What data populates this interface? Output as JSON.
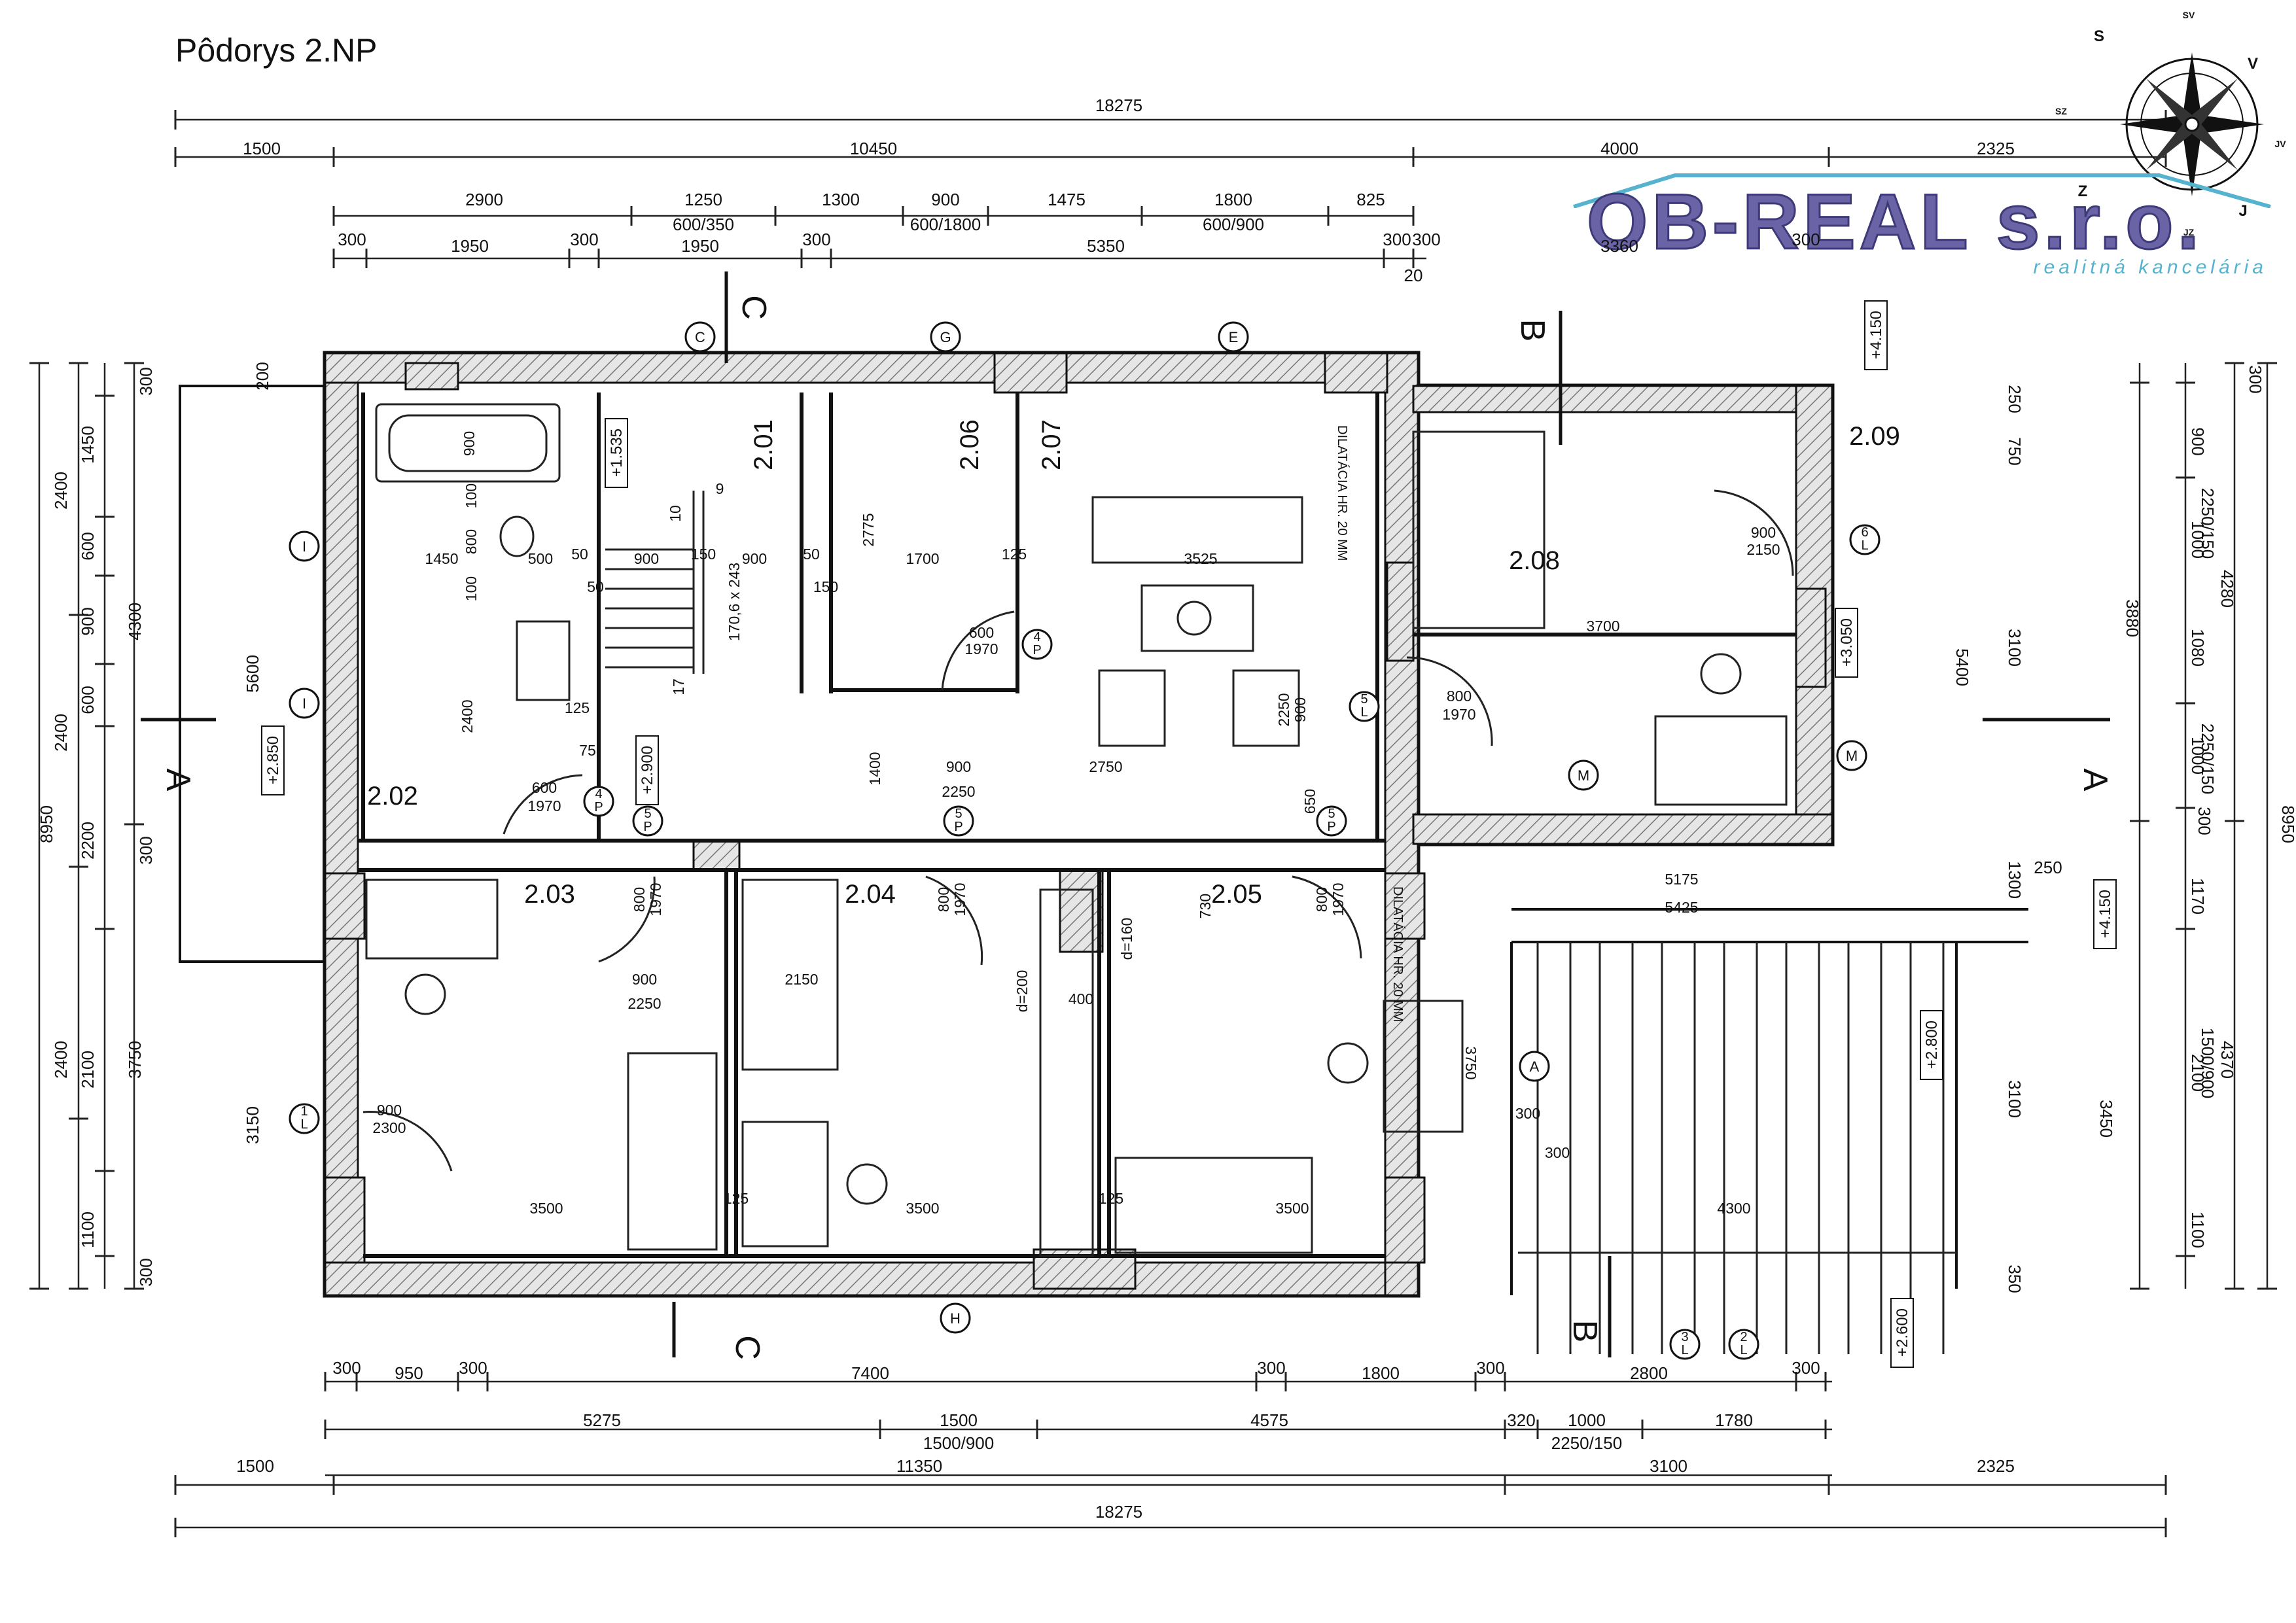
{
  "title": "Pôdorys 2.NP",
  "logo": {
    "name": "OB-REAL s.r.o.",
    "tagline": "realitná kancelária",
    "color": "#6a64a6",
    "accent": "#55b3cf"
  },
  "compass": {
    "labels": [
      "S",
      "SV",
      "V",
      "JV",
      "J",
      "JZ",
      "Z",
      "SZ"
    ]
  },
  "rooms": [
    {
      "id": "2.01"
    },
    {
      "id": "2.02"
    },
    {
      "id": "2.03"
    },
    {
      "id": "2.04"
    },
    {
      "id": "2.05"
    },
    {
      "id": "2.06"
    },
    {
      "id": "2.07"
    },
    {
      "id": "2.08"
    },
    {
      "id": "2.09"
    }
  ],
  "dims_top": [
    [
      "18275"
    ],
    [
      "1500",
      "10450",
      "4000",
      "2325"
    ],
    [
      "2900",
      "1250",
      "1300",
      "900",
      "1475",
      "1800",
      "825"
    ],
    [
      "600/350",
      "600/1800",
      "600/900"
    ],
    [
      "300",
      "1950",
      "300",
      "1950",
      "300",
      "5350",
      "300",
      "300",
      "3360",
      "300",
      "20"
    ]
  ],
  "dims_bottom": [
    [
      "300",
      "950",
      "300",
      "7400",
      "300",
      "1800",
      "300",
      "2800",
      "300"
    ],
    [
      "5275",
      "1500",
      "4575",
      "320",
      "1000",
      "1780"
    ],
    [
      "1500/900",
      "2250/150"
    ],
    [
      "1500",
      "11350",
      "3100",
      "2325"
    ],
    [
      "18275"
    ]
  ],
  "dims_left": [
    [
      "8950"
    ],
    [
      "2400",
      "2400",
      "2400"
    ],
    [
      "1450",
      "600",
      "900",
      "600",
      "2200",
      "2100"
    ],
    [
      "4300",
      "3750"
    ],
    [
      "300",
      "200",
      "300",
      "1100",
      "300"
    ],
    [
      "5600",
      "3150"
    ]
  ],
  "dims_right": [
    [
      "8950"
    ],
    [
      "4280",
      "4370"
    ],
    [
      "300",
      "900",
      "1000",
      "1080",
      "1000",
      "300",
      "1170",
      "2100",
      "1100"
    ],
    [
      "2250/150",
      "3880",
      "2250/150",
      "1500/900"
    ],
    [
      "250",
      "750",
      "3100",
      "1300",
      "250",
      "3100",
      "350",
      "3450"
    ],
    [
      "5400"
    ]
  ],
  "interior_dims": [
    "900",
    "100",
    "800",
    "100",
    "1450",
    "500",
    "50",
    "50",
    "900",
    "150",
    "900",
    "50",
    "150",
    "2775",
    "1700",
    "125",
    "3525",
    "600",
    "1970",
    "10",
    "9",
    "17",
    "170,6 x 243",
    "2400",
    "75",
    "125",
    "600",
    "1970",
    "1400",
    "900",
    "2250",
    "2750",
    "2250",
    "900",
    "650",
    "800",
    "1970",
    "800",
    "1970",
    "800",
    "1970",
    "800",
    "1970",
    "3700",
    "900",
    "2150",
    "800",
    "1970",
    "900",
    "2250",
    "2150",
    "400",
    "730",
    "d=160",
    "d=200",
    "3750",
    "900",
    "2300",
    "3500",
    "3500",
    "3500",
    "125",
    "125",
    "5175",
    "5425",
    "4300",
    "300",
    "300"
  ],
  "levels": [
    "+1.535",
    "+2.900",
    "+2.850",
    "+4.150",
    "+3.050",
    "+4.150",
    "+2.800",
    "+2.600"
  ],
  "labels": {
    "dilatacia": "DILATÁCIA HR. 20 MM",
    "section_a": "A",
    "section_b": "B",
    "section_c": "C"
  },
  "grid_markers": [
    "C",
    "G",
    "E",
    "I",
    "I",
    "H",
    "A",
    "M",
    "M"
  ],
  "door_tags": [
    {
      "num": "4",
      "type": "P"
    },
    {
      "num": "4",
      "type": "P"
    },
    {
      "num": "5",
      "type": "P"
    },
    {
      "num": "5",
      "type": "P"
    },
    {
      "num": "5",
      "type": "L"
    },
    {
      "num": "5",
      "type": "P"
    },
    {
      "num": "6",
      "type": "L"
    },
    {
      "num": "1",
      "type": "L"
    },
    {
      "num": "3",
      "type": "L"
    },
    {
      "num": "2",
      "type": "L"
    }
  ]
}
